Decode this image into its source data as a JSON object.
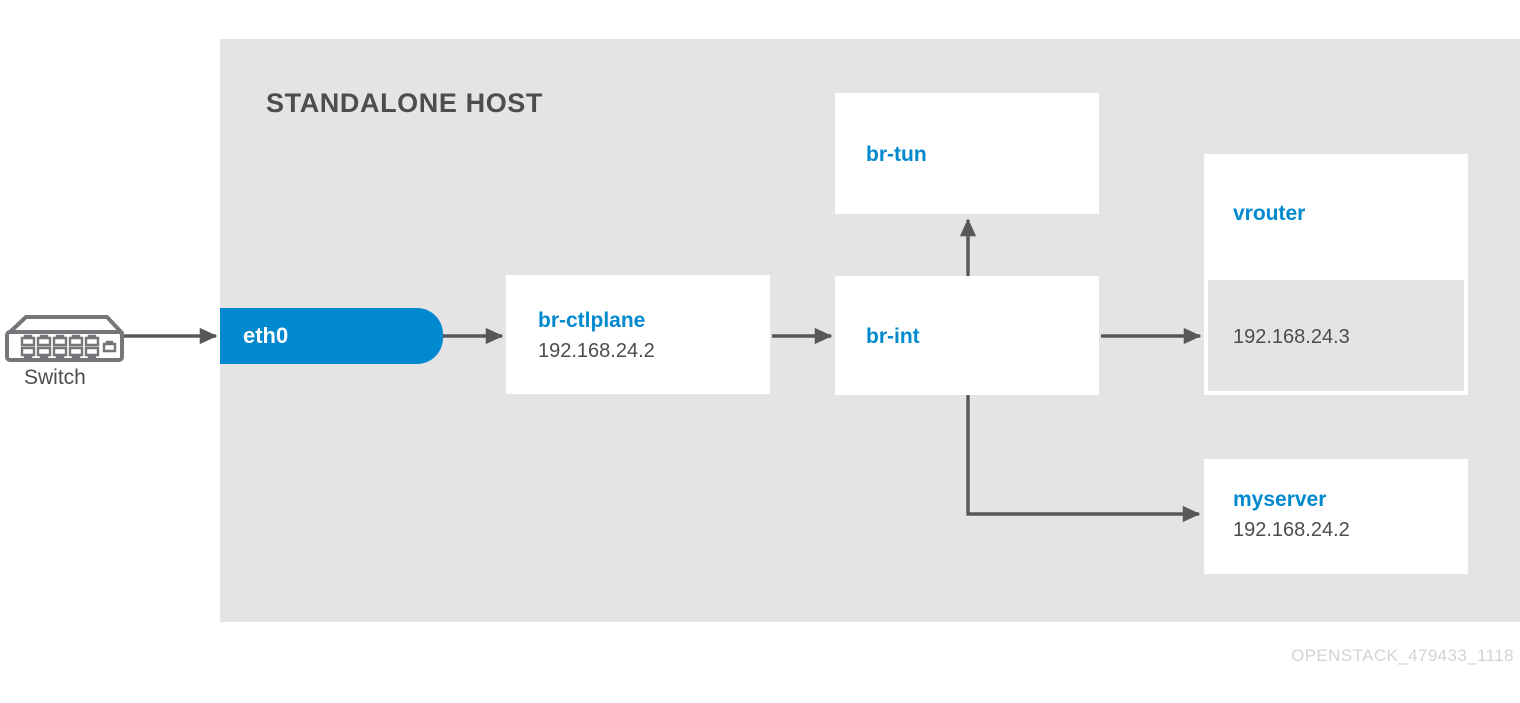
{
  "diagram": {
    "title": "STANDALONE HOST",
    "footer_id": "OPENSTACK_479433_1118",
    "colors": {
      "accent_blue": "#0089ce",
      "panel_gray": "#e4e4e4",
      "text_gray": "#4d4d4d",
      "connector_gray": "#58585a",
      "footer_gray": "#d3d3d3",
      "box_white": "#ffffff"
    }
  },
  "external": {
    "switch": {
      "label": "Switch",
      "icon": "network-switch-icon",
      "ports_top_row": 5,
      "ports_bottom_row": 5,
      "aux_port": 1
    }
  },
  "nodes": {
    "eth0": {
      "label": "eth0",
      "type": "interface-pill"
    },
    "br_ctlplane": {
      "label": "br-ctlplane",
      "ip": "192.168.24.2",
      "type": "bridge"
    },
    "br_tun": {
      "label": "br-tun",
      "ip": "",
      "type": "bridge"
    },
    "br_int": {
      "label": "br-int",
      "ip": "",
      "type": "bridge"
    },
    "vrouter": {
      "label": "vrouter",
      "ip": "192.168.24.3",
      "type": "virtual-router"
    },
    "myserver": {
      "label": "myserver",
      "ip": "192.168.24.2",
      "type": "instance"
    }
  },
  "connections": [
    {
      "from": "switch",
      "to": "eth0",
      "style": "arrow-right"
    },
    {
      "from": "eth0",
      "to": "br_ctlplane",
      "style": "arrow-right"
    },
    {
      "from": "br_ctlplane",
      "to": "br_int",
      "style": "arrow-right"
    },
    {
      "from": "br_int",
      "to": "br_tun",
      "style": "arrow-up"
    },
    {
      "from": "br_int",
      "to": "vrouter",
      "style": "arrow-right"
    },
    {
      "from": "br_int",
      "to": "myserver",
      "style": "elbow-down-right"
    }
  ]
}
